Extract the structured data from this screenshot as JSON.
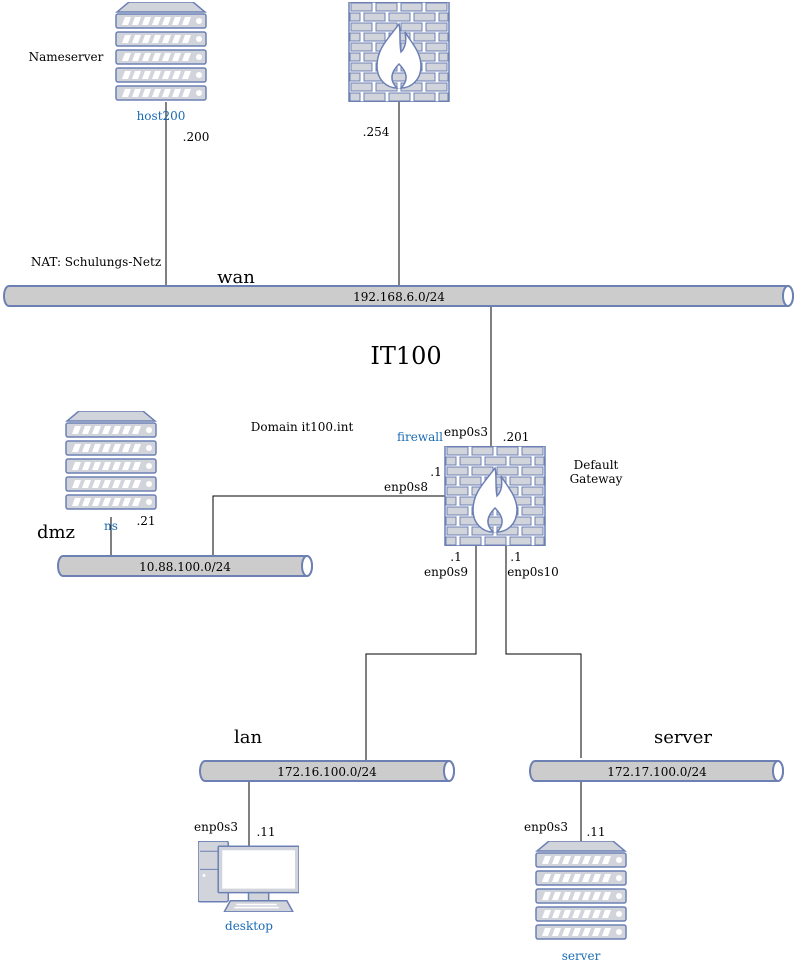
{
  "colors": {
    "device_fill": "#d2d4dc",
    "device_stroke": "#6c80b4",
    "pipe_fill": "#cccccc",
    "pipe_stroke": "#6c80b4",
    "host_label": "#1a6bb3"
  },
  "title": "IT100",
  "domain_note": "Domain it100.int",
  "nat_note": "NAT: Schulungs-Netz",
  "networks": {
    "wan": {
      "name": "wan",
      "subnet": "192.168.6.0/24"
    },
    "dmz": {
      "name": "dmz",
      "subnet": "10.88.100.0/24"
    },
    "lan": {
      "name": "lan",
      "subnet": "172.16.100.0/24"
    },
    "server": {
      "name": "server",
      "subnet": "172.17.100.0/24"
    }
  },
  "devices": {
    "host200": {
      "icon": "server-rack-icon",
      "label": "host200",
      "role": "Nameserver",
      "addr": ".200"
    },
    "wan_firewall": {
      "icon": "firewall-icon",
      "addr": ".254"
    },
    "firewall": {
      "icon": "firewall-icon",
      "label": "firewall",
      "role_line1": "Default",
      "role_line2": "Gateway",
      "if_wan": "enp0s3",
      "addr_wan": ".201",
      "if_dmz": "enp0s8",
      "addr_dmz": ".1",
      "if_lan": "enp0s9",
      "addr_lan": ".1",
      "if_server": "enp0s10",
      "addr_server": ".1"
    },
    "ns": {
      "icon": "server-rack-icon",
      "label": "ns",
      "addr": ".21"
    },
    "desktop": {
      "icon": "desktop-computer-icon",
      "label": "desktop",
      "iface": "enp0s3",
      "addr": ".11"
    },
    "server": {
      "icon": "server-rack-icon",
      "label": "server",
      "iface": "enp0s3",
      "addr": ".11"
    }
  }
}
